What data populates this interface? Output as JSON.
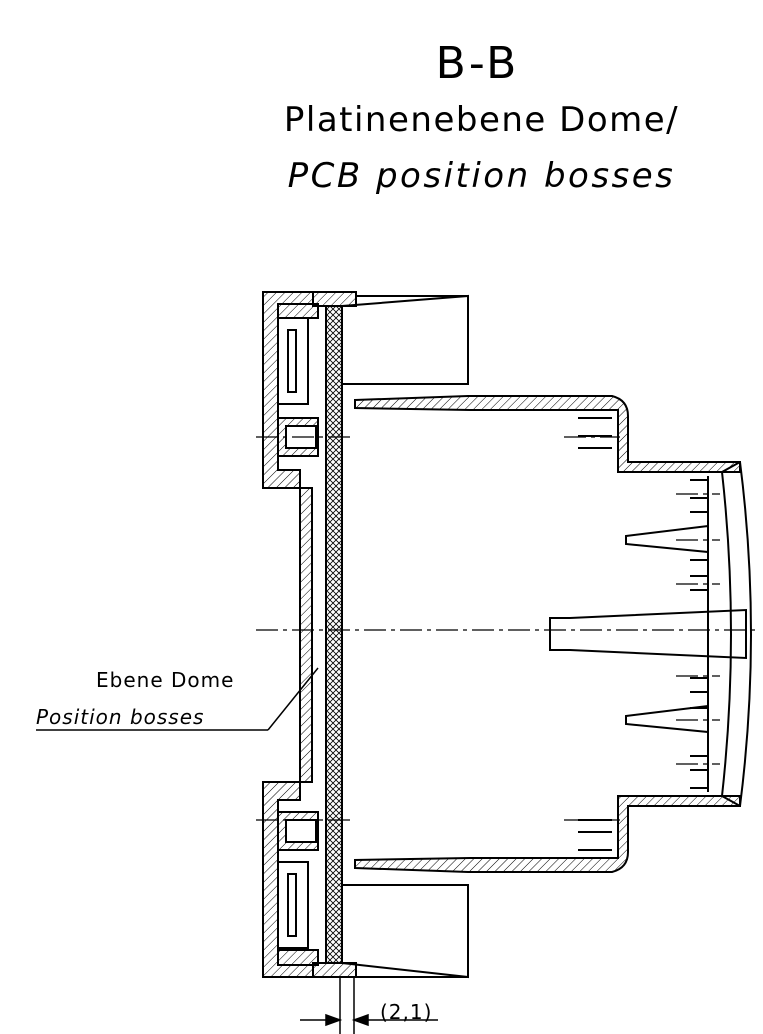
{
  "header": {
    "section": "B-B",
    "subtitle_de": "Platinenebene Dome/",
    "subtitle_en": "PCB position bosses"
  },
  "callout": {
    "label_de": "Ebene Dome",
    "label_en": "Position bosses"
  },
  "dimension": {
    "label": "(2,1)"
  }
}
